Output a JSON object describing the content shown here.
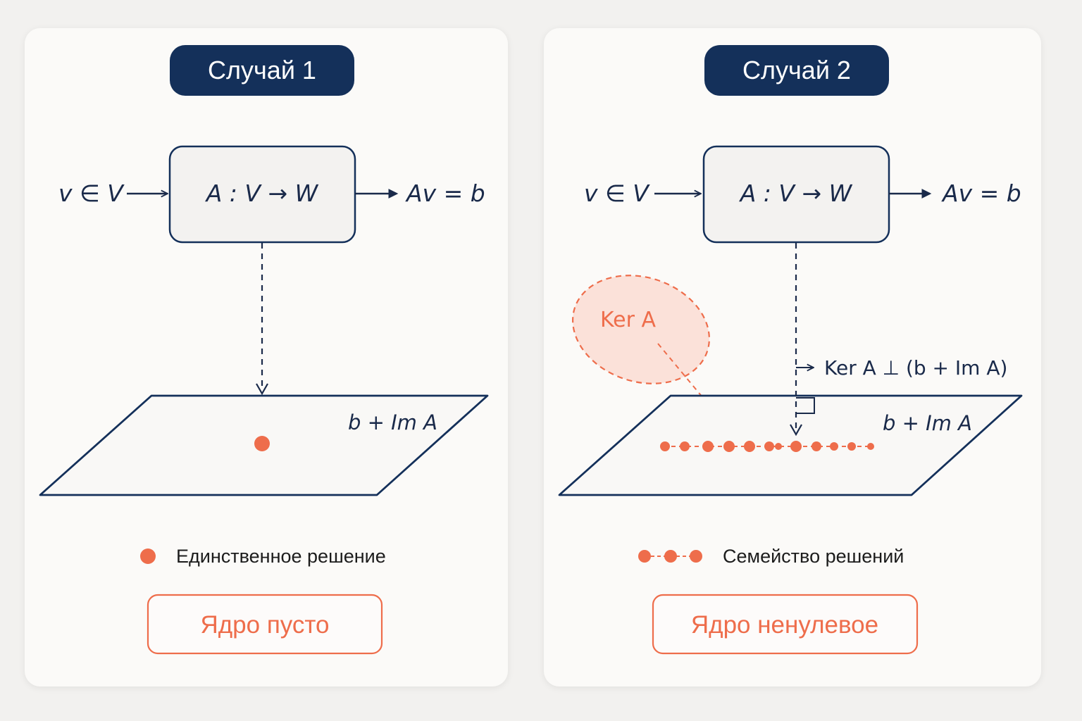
{
  "colors": {
    "navy": "#14305a",
    "ink": "#1a2a4a",
    "accent": "#ee6d4b",
    "panel": "#fbfaf8",
    "background": "#f2f1ef"
  },
  "case1": {
    "title": "Случай 1",
    "input": "v ∈ V",
    "operator": "A : V → W",
    "output": "Av = b",
    "plane_label": "b + Im A",
    "legend_text": "Единственное решение",
    "badge": "Ядро пусто"
  },
  "case2": {
    "title": "Случай 2",
    "input": "v ∈ V",
    "operator": "A : V → W",
    "output": "Av = b",
    "kernel_label": "Ker A",
    "perp_label": "Ker A ⊥ (b + Im A)",
    "plane_label": "b + Im A",
    "legend_text": "Семейство решений",
    "badge": "Ядро ненулевое"
  }
}
